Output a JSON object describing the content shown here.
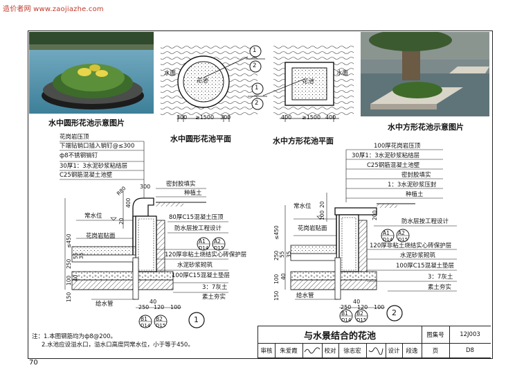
{
  "watermark": "造价者网 www.zaojiazhe.com",
  "page_number": "70",
  "photos": {
    "left_caption": "水中圆形花池示意图片",
    "right_caption": "水中方形花池示意图片"
  },
  "plan_round": {
    "title": "水中圆形花池平面",
    "water_label": "水面",
    "pool_label": "花池",
    "dims": [
      "300",
      "≥1500",
      "300"
    ],
    "callout_top": "1",
    "callout_mid": "—",
    "callout_bottom": "2"
  },
  "plan_square": {
    "title": "水中方形花池平面",
    "water_label": "水面",
    "pool_label": "花池",
    "dims": [
      "400",
      "≥1500",
      "400"
    ],
    "callout_top": "1",
    "callout_mid": "—",
    "callout_bottom": "2"
  },
  "section1": {
    "number": "1",
    "top_notes": [
      "花岗岩压顶",
      "下端钻销口插入销钉@≤300",
      "ф8不锈钢销钉",
      "30厚1：3水泥砂浆粘结层",
      "C25钢筋混凝土池壁"
    ],
    "right_notes": [
      "密封胶填实",
      "种植土",
      "80厚C15混凝土压顶",
      "防水层按工程设计",
      "120厚非粘土烧结实心砖保护层",
      "水泥砂浆砌筑",
      "100厚C15混凝土垫层",
      "3：7灰土",
      "素土夯实"
    ],
    "left_labels": [
      "常水位",
      "花岗岩贴面",
      "给水管"
    ],
    "dims_vertical": [
      "20",
      "400",
      "≤450",
      "250",
      "55",
      "35",
      "100",
      "150",
      "40"
    ],
    "dims_bottom": [
      "40",
      "250",
      "120",
      "100"
    ],
    "radius": "R80",
    "top_width": "300",
    "callouts": [
      {
        "id": "A1",
        "ref": "D14"
      },
      {
        "id": "A2",
        "ref": "D15"
      },
      {
        "id": "B1",
        "ref": "D14"
      },
      {
        "id": "B2",
        "ref": "D15"
      }
    ]
  },
  "section2": {
    "number": "2",
    "top_notes": [
      "100厚花岗岩压顶",
      "30厚1：3水泥砂浆粘结层",
      "C25钢筋混凝土池壁",
      "密封胶填实",
      "1：3水泥砂浆压封",
      "种植土"
    ],
    "right_notes": [
      "防水层按工程设计",
      "120厚非粘土烧结实心砖保护层",
      "水泥砂浆砌筑",
      "100厚C15混凝土垫层",
      "3：7灰土",
      "素土夯实"
    ],
    "left_labels": [
      "常水位",
      "花岗岩贴面",
      "给水管"
    ],
    "dims_vertical": [
      "20",
      "100",
      "≤450",
      "250",
      "55",
      "35",
      "100",
      "150",
      "40",
      "200"
    ],
    "dims_bottom": [
      "40",
      "250",
      "120",
      "100"
    ],
    "callouts": [
      {
        "id": "A1",
        "ref": "D14"
      },
      {
        "id": "A2",
        "ref": "D15"
      },
      {
        "id": "B1",
        "ref": "D14"
      },
      {
        "id": "B2",
        "ref": "D15"
      }
    ]
  },
  "notes": [
    "注：1.本图钢筋均为ф8@200。",
    "2.水池应设溢水口，溢水口高度同常水位，小于等于450。"
  ],
  "title_block": {
    "title": "与水景结合的花池",
    "atlas_label": "图集号",
    "atlas_value": "12J003",
    "page_label": "页",
    "page_value": "D8",
    "review_label": "审核",
    "review_name": "朱爱霞",
    "check_label": "校对",
    "check_name": "徐志宏",
    "design_label": "设计",
    "design_name": "段逸"
  }
}
